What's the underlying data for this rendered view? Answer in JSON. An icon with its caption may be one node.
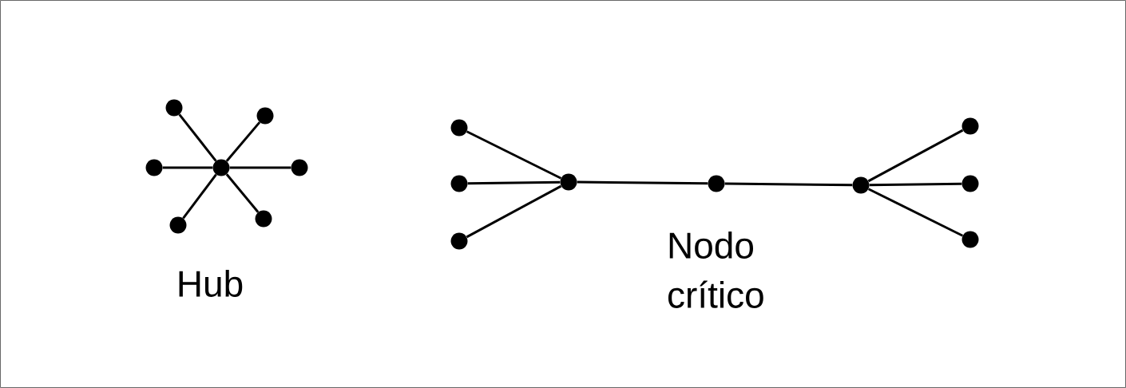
{
  "diagram": {
    "nodes": [
      {
        "text": [],
        "shape": "circle"
      },
      {
        "text": [],
        "shape": "circle"
      },
      {
        "text": [],
        "shape": "circle"
      },
      {
        "text": [],
        "shape": "circle"
      },
      {
        "text": [],
        "shape": "circle"
      },
      {
        "text": [],
        "shape": "circle"
      },
      {
        "text": [],
        "shape": "circle"
      },
      {
        "text": [],
        "shape": "circle"
      },
      {
        "text": [],
        "shape": "circle"
      },
      {
        "text": [],
        "shape": "circle"
      },
      {
        "text": [],
        "shape": "circle"
      },
      {
        "text": [],
        "shape": "circle"
      },
      {
        "text": [],
        "shape": "circle"
      },
      {
        "text": [],
        "shape": "circle"
      },
      {
        "text": [],
        "shape": "circle"
      },
      {
        "text": [],
        "shape": "circle"
      }
    ],
    "edges": [
      {
        "from": 3,
        "to": 0,
        "arrow": "none"
      },
      {
        "from": 3,
        "to": 1,
        "arrow": "none"
      },
      {
        "from": 3,
        "to": 2,
        "arrow": "none"
      },
      {
        "from": 3,
        "to": 4,
        "arrow": "none"
      },
      {
        "from": 3,
        "to": 5,
        "arrow": "none"
      },
      {
        "from": 3,
        "to": 6,
        "arrow": "none"
      },
      {
        "from": 10,
        "to": 7,
        "arrow": "none"
      },
      {
        "from": 10,
        "to": 8,
        "arrow": "none"
      },
      {
        "from": 10,
        "to": 9,
        "arrow": "none"
      },
      {
        "from": 10,
        "to": 11,
        "arrow": "none"
      },
      {
        "from": 11,
        "to": 12,
        "arrow": "none"
      },
      {
        "from": 12,
        "to": 13,
        "arrow": "none"
      },
      {
        "from": 12,
        "to": 14,
        "arrow": "none"
      },
      {
        "from": 12,
        "to": 15,
        "arrow": "none"
      }
    ],
    "labels": [
      "Hub",
      "Nodo crítico"
    ]
  }
}
